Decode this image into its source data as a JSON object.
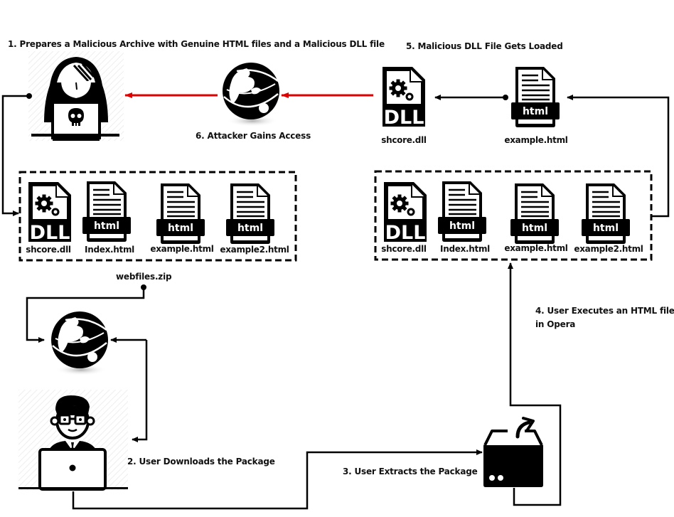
{
  "colors": {
    "ink": "#000000",
    "attack_arrow": "#e00000",
    "background": "#ffffff"
  },
  "steps": {
    "step1": "1. Prepares a Malicious Archive with Genuine HTML files and a Malicious DLL file",
    "step2": "2. User Downloads the Package",
    "step3": "3. User Extracts  the Package",
    "step4_line1": "4. User Executes an HTML  file",
    "step4_line2": "in Opera",
    "step5": "5. Malicious DLL File Gets Loaded",
    "step6": "6. Attacker  Gains Access"
  },
  "archive_label": "webfiles.zip",
  "archive_group": {
    "files": [
      {
        "name": "shcore.dll",
        "type": "dll",
        "tag": "DLL"
      },
      {
        "name": "Index.html",
        "type": "html",
        "tag": "html"
      },
      {
        "name": "example.html",
        "type": "html",
        "tag": "html"
      },
      {
        "name": "example2.html",
        "type": "html",
        "tag": "html"
      }
    ]
  },
  "extracted_group": {
    "files": [
      {
        "name": "shcore.dll",
        "type": "dll",
        "tag": "DLL"
      },
      {
        "name": "Index.html",
        "type": "html",
        "tag": "html"
      },
      {
        "name": "example.html",
        "type": "html",
        "tag": "html"
      },
      {
        "name": "example2.html",
        "type": "html",
        "tag": "html"
      }
    ]
  },
  "loaded": {
    "dll": {
      "name": "shcore.dll",
      "tag": "DLL"
    },
    "html": {
      "name": "example.html",
      "tag": "html"
    }
  },
  "actors": {
    "attacker": "hacker-icon",
    "user": "user-icon",
    "internet": "globe-icon",
    "extractor": "open-box-icon"
  }
}
